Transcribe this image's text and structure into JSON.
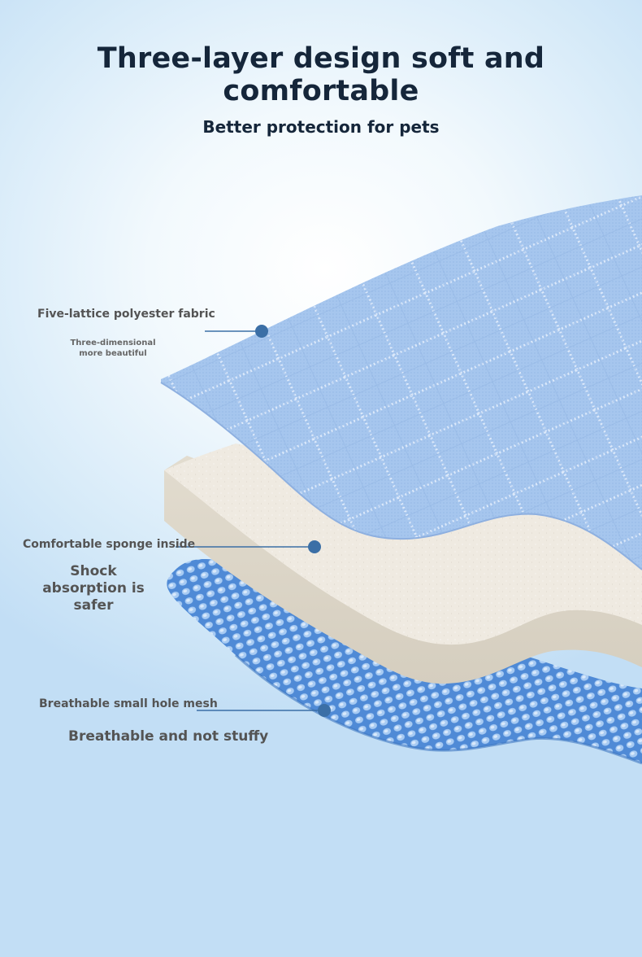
{
  "header": {
    "title": "Three-layer design soft and comfortable",
    "subtitle": "Better protection for pets"
  },
  "layers": [
    {
      "name": "Five-lattice polyester fabric",
      "benefit": "Three-dimensional more beautiful"
    },
    {
      "name": "Comfortable sponge inside",
      "benefit": "Shock absorption is safer"
    },
    {
      "name": "Breathable small hole mesh",
      "benefit": "Breathable and not stuffy"
    }
  ],
  "colors": {
    "heading": "#15263a",
    "label": "#545454",
    "marker": "#3b6fa6",
    "fabric": "#a9c9ef",
    "sponge": "#ebe6dc",
    "mesh": "#6ea4e1"
  }
}
